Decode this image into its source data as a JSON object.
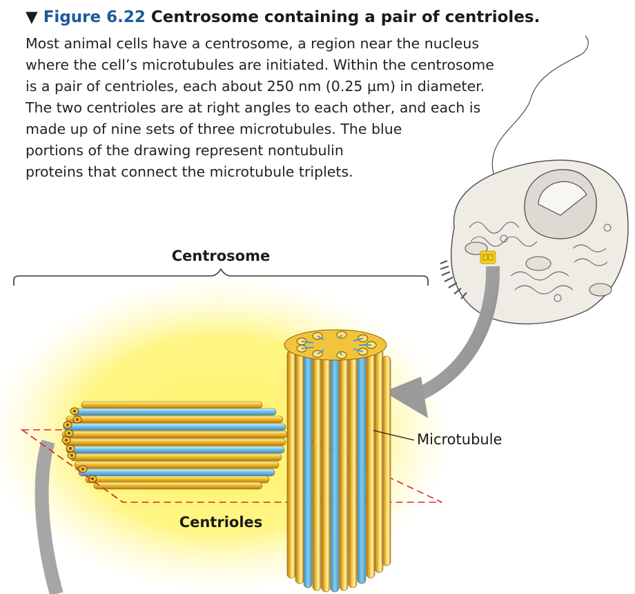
{
  "figure": {
    "marker": "▼",
    "number": "Figure 6.22",
    "title": "Centrosome containing a pair of centrioles.",
    "caption_lines": [
      "Most animal cells have a centrosome, a region near the nucleus",
      "where the cell’s microtubules are initiated. Within the centrosome",
      "is a pair of centrioles, each about 250 nm (0.25 µm) in diameter.",
      "The two centrioles are at right angles to each other, and each is",
      "made up of nine sets of three microtubules. The blue",
      "portions of the drawing represent nontubulin",
      "proteins that connect the microtubule triplets."
    ]
  },
  "labels": {
    "centrosome": "Centrosome",
    "centrioles": "Centrioles",
    "microtubule": "Microtubule"
  },
  "colors": {
    "figure_number": "#1c5a9a",
    "tubule_gold": "#e8b425",
    "tubule_orange": "#c98a1e",
    "protein_blue": "#6ec3ea",
    "glow": "#fff36a",
    "plane_dash": "#d92a2a",
    "arrow_gray": "#9a9a9a",
    "cell_fill": "#eeece4"
  }
}
